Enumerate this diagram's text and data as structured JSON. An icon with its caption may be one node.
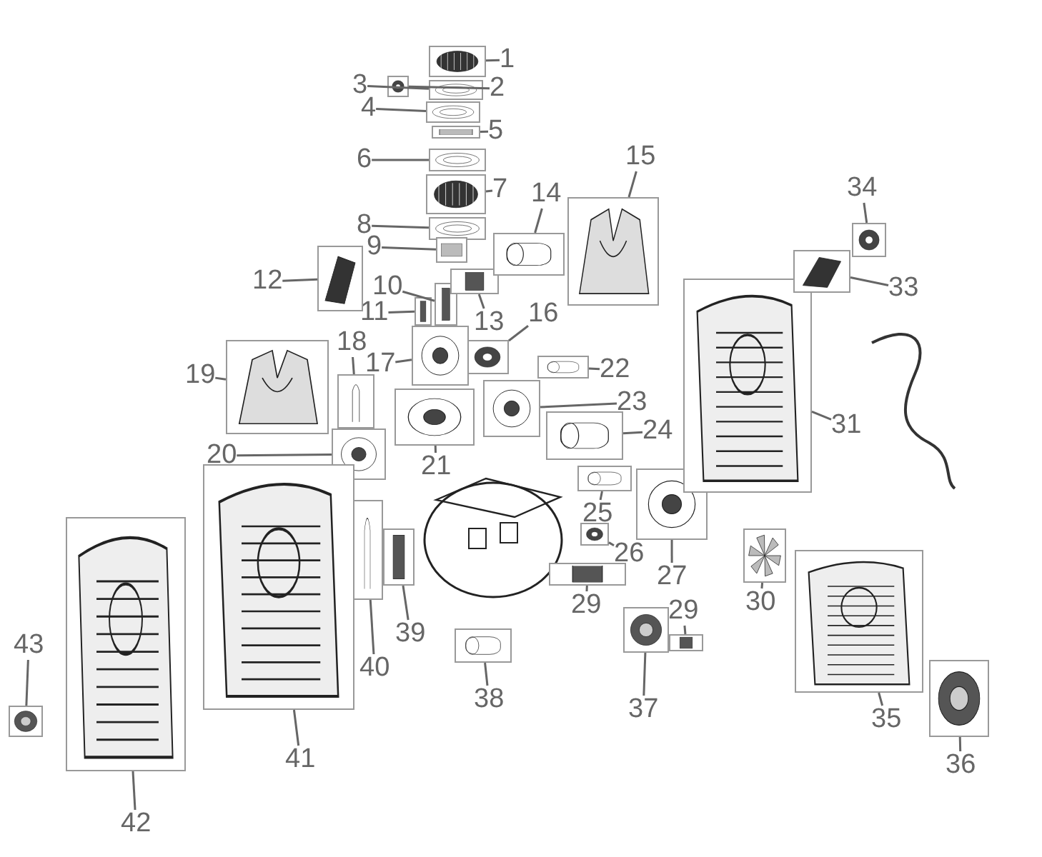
{
  "diagram": {
    "nodes": [
      {
        "text": [
          "1"
        ]
      },
      {
        "text": [],
        "shape": "picture"
      },
      {
        "text": [
          "2"
        ]
      },
      {
        "text": [],
        "shape": "picture"
      },
      {
        "text": [
          "3"
        ]
      },
      {
        "text": [],
        "shape": "picture"
      },
      {
        "text": [
          "4"
        ]
      },
      {
        "text": [],
        "shape": "picture"
      },
      {
        "text": [
          "5"
        ]
      },
      {
        "text": [],
        "shape": "picture"
      },
      {
        "text": [
          "6"
        ]
      },
      {
        "text": [],
        "shape": "picture"
      },
      {
        "text": [
          "7"
        ]
      },
      {
        "text": [],
        "shape": "picture"
      },
      {
        "text": [
          "8"
        ]
      },
      {
        "text": [],
        "shape": "picture"
      },
      {
        "text": [
          "9"
        ]
      },
      {
        "text": [],
        "shape": "picture"
      },
      {
        "text": [
          "10"
        ]
      },
      {
        "text": [],
        "shape": "picture"
      },
      {
        "text": [
          "11"
        ]
      },
      {
        "text": [],
        "shape": "picture"
      },
      {
        "text": [
          "12"
        ]
      },
      {
        "text": [],
        "shape": "picture"
      },
      {
        "text": [
          "13"
        ]
      },
      {
        "text": [],
        "shape": "picture"
      },
      {
        "text": [
          "14"
        ]
      },
      {
        "text": [],
        "shape": "picture"
      },
      {
        "text": [
          "15"
        ]
      },
      {
        "text": [],
        "shape": "picture"
      },
      {
        "text": [
          "16"
        ]
      },
      {
        "text": [],
        "shape": "picture"
      },
      {
        "text": [
          "17"
        ]
      },
      {
        "text": [],
        "shape": "picture"
      },
      {
        "text": [
          "18"
        ]
      },
      {
        "text": [],
        "shape": "picture"
      },
      {
        "text": [
          "19"
        ]
      },
      {
        "text": [],
        "shape": "picture"
      },
      {
        "text": [
          "20"
        ]
      },
      {
        "text": [],
        "shape": "picture"
      },
      {
        "text": [
          "21"
        ]
      },
      {
        "text": [],
        "shape": "picture"
      },
      {
        "text": [
          "22"
        ]
      },
      {
        "text": [],
        "shape": "picture"
      },
      {
        "text": [
          "23"
        ]
      },
      {
        "text": [],
        "shape": "picture"
      },
      {
        "text": [
          "24"
        ]
      },
      {
        "text": [],
        "shape": "picture"
      },
      {
        "text": [
          "25"
        ]
      },
      {
        "text": [],
        "shape": "picture"
      },
      {
        "text": [
          "26"
        ]
      },
      {
        "text": [],
        "shape": "picture"
      },
      {
        "text": [
          "27"
        ]
      },
      {
        "text": [],
        "shape": "picture"
      },
      {
        "text": [
          "29"
        ]
      },
      {
        "text": [],
        "shape": "picture"
      },
      {
        "text": [
          "29"
        ]
      },
      {
        "text": [],
        "shape": "picture"
      },
      {
        "text": [
          "30"
        ]
      },
      {
        "text": [],
        "shape": "picture"
      },
      {
        "text": [
          "31"
        ]
      },
      {
        "text": [],
        "shape": "picture"
      },
      {
        "text": [
          "33"
        ]
      },
      {
        "text": [],
        "shape": "picture"
      },
      {
        "text": [
          "34"
        ]
      },
      {
        "text": [],
        "shape": "picture"
      },
      {
        "text": [
          "35"
        ]
      },
      {
        "text": [],
        "shape": "picture"
      },
      {
        "text": [
          "36"
        ]
      },
      {
        "text": [],
        "shape": "picture"
      },
      {
        "text": [
          "37"
        ]
      },
      {
        "text": [],
        "shape": "picture"
      },
      {
        "text": [
          "38"
        ]
      },
      {
        "text": [],
        "shape": "picture"
      },
      {
        "text": [
          "39"
        ]
      },
      {
        "text": [],
        "shape": "picture"
      },
      {
        "text": [
          "40"
        ]
      },
      {
        "text": [],
        "shape": "picture"
      },
      {
        "text": [
          "41"
        ]
      },
      {
        "text": [],
        "shape": "picture"
      },
      {
        "text": [
          "42"
        ]
      },
      {
        "text": [],
        "shape": "picture"
      },
      {
        "text": [
          "43"
        ]
      },
      {
        "text": [],
        "shape": "picture"
      }
    ],
    "edges": [
      {
        "from": 0,
        "to": 1,
        "arrow": "none"
      },
      {
        "from": 2,
        "to": 3,
        "arrow": "none"
      },
      {
        "from": 4,
        "to": 5,
        "arrow": "none"
      },
      {
        "from": 6,
        "to": 7,
        "arrow": "none"
      },
      {
        "from": 8,
        "to": 9,
        "arrow": "none"
      },
      {
        "from": 10,
        "to": 11,
        "arrow": "none"
      },
      {
        "from": 12,
        "to": 13,
        "arrow": "none"
      },
      {
        "from": 14,
        "to": 15,
        "arrow": "none"
      },
      {
        "from": 16,
        "to": 17,
        "arrow": "none"
      },
      {
        "from": 18,
        "to": 19,
        "arrow": "none"
      },
      {
        "from": 20,
        "to": 21,
        "arrow": "none"
      },
      {
        "from": 22,
        "to": 23,
        "arrow": "none"
      },
      {
        "from": 24,
        "to": 25,
        "arrow": "none"
      },
      {
        "from": 26,
        "to": 27,
        "arrow": "none"
      },
      {
        "from": 28,
        "to": 29,
        "arrow": "none"
      },
      {
        "from": 30,
        "to": 31,
        "arrow": "none"
      },
      {
        "from": 32,
        "to": 33,
        "arrow": "none"
      },
      {
        "from": 34,
        "to": 35,
        "arrow": "none"
      },
      {
        "from": 36,
        "to": 37,
        "arrow": "none"
      },
      {
        "from": 38,
        "to": 39,
        "arrow": "none"
      },
      {
        "from": 40,
        "to": 41,
        "arrow": "none"
      },
      {
        "from": 42,
        "to": 43,
        "arrow": "none"
      },
      {
        "from": 44,
        "to": 45,
        "arrow": "none"
      },
      {
        "from": 46,
        "to": 47,
        "arrow": "none"
      },
      {
        "from": 48,
        "to": 49,
        "arrow": "none"
      },
      {
        "from": 50,
        "to": 51,
        "arrow": "none"
      },
      {
        "from": 52,
        "to": 53,
        "arrow": "none"
      },
      {
        "from": 54,
        "to": 55,
        "arrow": "none"
      },
      {
        "from": 56,
        "to": 57,
        "arrow": "none"
      },
      {
        "from": 58,
        "to": 59,
        "arrow": "none"
      },
      {
        "from": 60,
        "to": 61,
        "arrow": "none"
      },
      {
        "from": 62,
        "to": 63,
        "arrow": "none"
      },
      {
        "from": 64,
        "to": 65,
        "arrow": "none"
      },
      {
        "from": 66,
        "to": 67,
        "arrow": "none"
      },
      {
        "from": 68,
        "to": 69,
        "arrow": "none"
      },
      {
        "from": 70,
        "to": 71,
        "arrow": "none"
      },
      {
        "from": 72,
        "to": 73,
        "arrow": "none"
      },
      {
        "from": 74,
        "to": 75,
        "arrow": "none"
      },
      {
        "from": 76,
        "to": 77,
        "arrow": "none"
      },
      {
        "from": 78,
        "to": 79,
        "arrow": "none"
      },
      {
        "from": 80,
        "to": 81,
        "arrow": "none"
      },
      {
        "from": 82,
        "to": 83,
        "arrow": "none"
      }
    ]
  }
}
